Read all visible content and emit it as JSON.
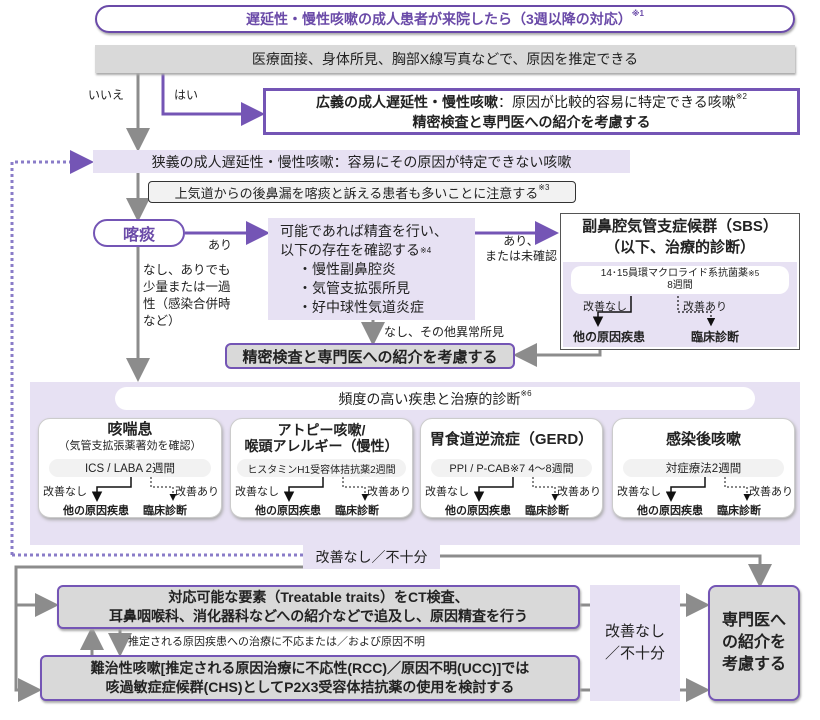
{
  "title": {
    "text": "遅延性・慢性咳嗽の成人患者が来院したら（3週以降の対応）",
    "note": "※1"
  },
  "step1": "医療面接、身体所見、胸部X線写真などで、原因を推定できる",
  "no_label": "いいえ",
  "yes_label": "はい",
  "broad": {
    "term": "広義の成人遅延性・慢性咳嗽",
    "desc": "：原因が比較的容易に特定できる咳嗽",
    "note": "※2",
    "action": "精密検査と専門医への紹介を考慮する"
  },
  "narrow": "狭義の成人遅延性・慢性咳嗽：容易にその原因が特定できない咳嗽",
  "caution": {
    "text": "上気道からの後鼻漏を喀痰と訴える患者も多いことに注意する",
    "note": "※3"
  },
  "sputum": {
    "label": "喀痰",
    "present": "あり",
    "absent": "なし、ありでも少量または一過性（感染合併時など）"
  },
  "check": {
    "line1": "可能であれば精査を行い、",
    "line2": "以下の存在を確認する",
    "note": "※4",
    "items": [
      "・慢性副鼻腔炎",
      "・気管支拡張所見",
      "・好中球性気道炎症"
    ],
    "none_label": "なし、その他異常所見"
  },
  "to_sbs": {
    "line1": "あり、",
    "line2": "または未確認"
  },
  "sbs": {
    "title1": "副鼻腔気管支症候群（SBS）",
    "title2": "（以下、治療的診断）",
    "drug": "14･15員環マクロライド系抗菌薬",
    "drug_note": "※5",
    "duration": "8週間",
    "no_improve": "改善なし",
    "improve": "改善あり",
    "other": "他の原因疾患",
    "clinical": "臨床診断"
  },
  "refer_box": "精密検査と専門医への紹介を考慮する",
  "frequent": {
    "header": "頻度の高い疾患と治療的診断",
    "note": "※6",
    "cards": [
      {
        "title": "咳喘息",
        "subtitle": "（気管支拡張薬著効を確認）",
        "treatment": "ICS / LABA 2週間"
      },
      {
        "title": "アトピー咳嗽/",
        "subtitle": "喉頭アレルギー（慢性）",
        "treatment": "ヒスタミンH1受容体拮抗薬2週間"
      },
      {
        "title": "胃食道逆流症（GERD）",
        "subtitle": "",
        "treatment": "PPI / P-CAB※7 4～8週間"
      },
      {
        "title": "感染後咳嗽",
        "subtitle": "",
        "treatment": "対症療法2週間"
      }
    ],
    "no_improve": "改善なし",
    "improve": "改善あり",
    "other": "他の原因疾患",
    "clinical": "臨床診断"
  },
  "insufficient": "改善なし／不十分",
  "traits": {
    "line1": "対応可能な要素（Treatable traits）をCT検査、",
    "line2": "耳鼻咽喉科、消化器科などへの紹介などで追及し、原因精査を行う"
  },
  "unresponsive": "推定される原因疾患への治療に不応または／および原因不明",
  "refractory": {
    "line1": "難治性咳嗽[推定される原因治療に不応性(RCC)／原因不明(UCC)]では",
    "line2": "咳過敏症症候群(CHS)としてP2X3受容体拮抗薬の使用を検討する"
  },
  "insufficient2": {
    "line1": "改善なし",
    "line2": "／不十分"
  },
  "specialist": {
    "line1": "専門医へ",
    "line2": "の紹介を",
    "line3": "考慮する"
  }
}
